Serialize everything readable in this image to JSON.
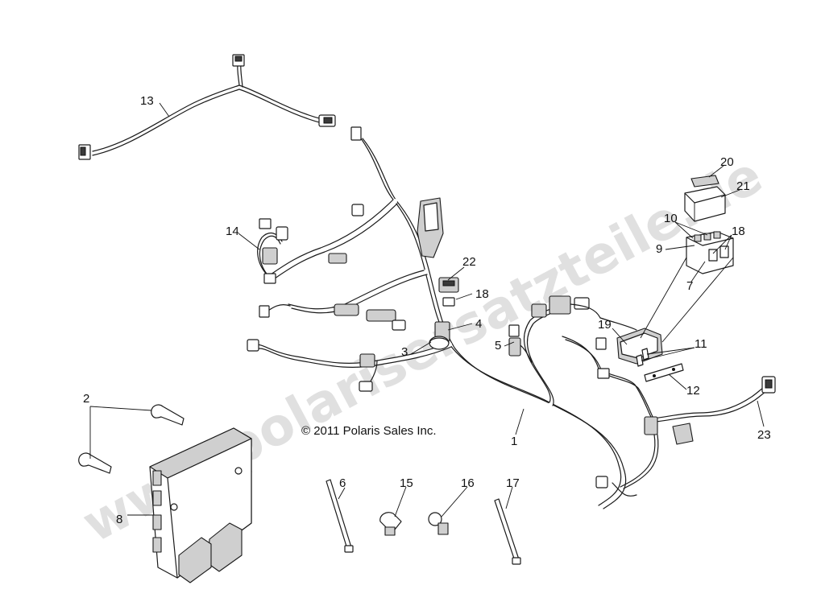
{
  "diagram": {
    "copyright": "© 2011 Polaris Sales Inc.",
    "watermark": "www.polarisersatzteile.de",
    "callouts": [
      "13",
      "14",
      "22",
      "18",
      "4",
      "3",
      "5",
      "1",
      "19",
      "20",
      "21",
      "10",
      "18",
      "9",
      "7",
      "11",
      "12",
      "23",
      "2",
      "8",
      "6",
      "15",
      "16",
      "17"
    ]
  }
}
